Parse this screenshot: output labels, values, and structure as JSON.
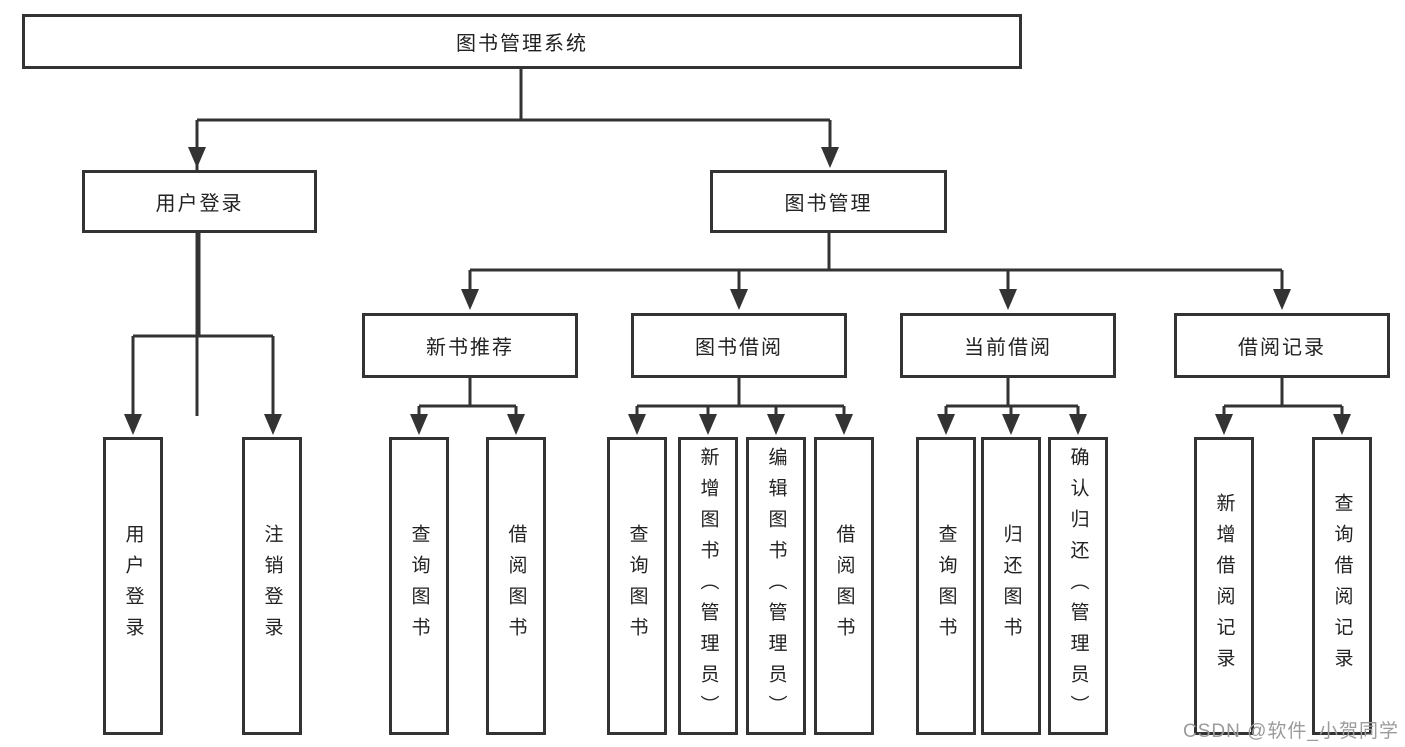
{
  "diagram": {
    "watermark": "CSDN @软件_小贺同学",
    "colors": {
      "line": "#333333",
      "box_border": "#333333",
      "text": "#222222",
      "watermark": "#9b9b9b",
      "background": "#ffffff"
    },
    "tree": {
      "label": "图书管理系统",
      "children": [
        {
          "label": "用户登录",
          "children": [
            {
              "label": "用户登录"
            },
            {
              "label": "注销登录"
            }
          ]
        },
        {
          "label": "图书管理",
          "children": [
            {
              "label": "新书推荐",
              "children": [
                {
                  "label": "查询图书"
                },
                {
                  "label": "借阅图书"
                }
              ]
            },
            {
              "label": "图书借阅",
              "children": [
                {
                  "label": "查询图书"
                },
                {
                  "label": "新增图书（管理员）"
                },
                {
                  "label": "编辑图书（管理员）"
                },
                {
                  "label": "借阅图书"
                }
              ]
            },
            {
              "label": "当前借阅",
              "children": [
                {
                  "label": "查询图书"
                },
                {
                  "label": "归还图书"
                },
                {
                  "label": "确认归还（管理员）"
                }
              ]
            },
            {
              "label": "借阅记录",
              "children": [
                {
                  "label": "新增借阅记录"
                },
                {
                  "label": "查询借阅记录"
                }
              ]
            }
          ]
        }
      ]
    }
  }
}
